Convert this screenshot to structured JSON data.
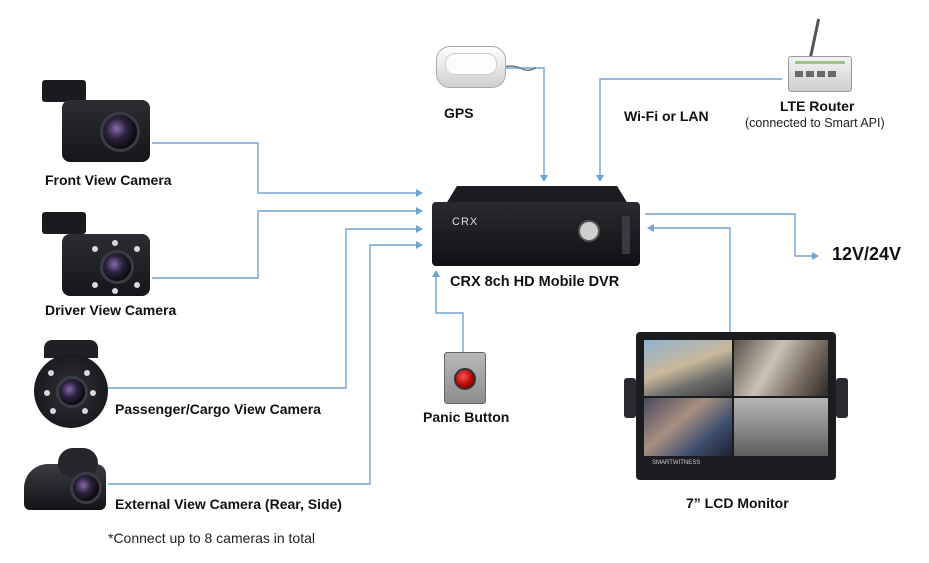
{
  "devices": {
    "gps": "GPS",
    "wifi_link": "Wi-Fi or LAN",
    "router_title": "LTE Router",
    "router_note": "(connected to Smart API)",
    "front_camera": "Front View Camera",
    "driver_camera": "Driver View Camera",
    "passenger_camera": "Passenger/Cargo View Camera",
    "external_camera": "External View Camera (Rear, Side)",
    "dvr": "CRX 8ch HD Mobile DVR",
    "dvr_brand": "CRX",
    "power": "12V/24V",
    "panic_button": "Panic Button",
    "monitor": "7” LCD Monitor",
    "monitor_brand": "SMARTWITNESS"
  },
  "footnote": "*Connect up to 8 cameras in total",
  "colors": {
    "wire": "#6ea3d4",
    "label": "#111111"
  }
}
